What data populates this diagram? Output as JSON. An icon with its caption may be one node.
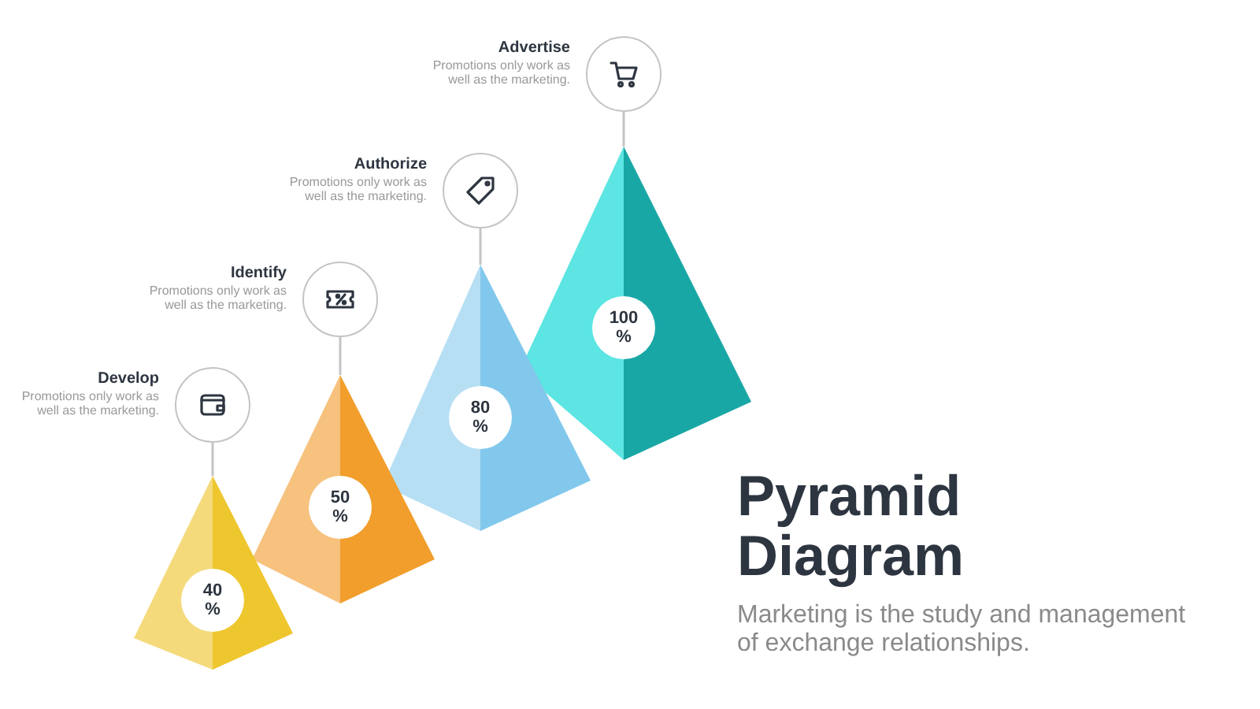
{
  "diagram": {
    "title": "Pyramid Diagram",
    "caption": "Marketing is the study and management of exchange relationships.",
    "nodes": [
      {
        "text": [],
        "shape": "circle",
        "beside": [
          "Develop",
          "Promotions only work as well as the marketing."
        ]
      },
      {
        "text": [],
        "shape": "triangle"
      },
      {
        "text": [
          "40 %"
        ]
      },
      {
        "text": [],
        "shape": "circle",
        "beside": [
          "Identify",
          "Promotions only work as well as the marketing."
        ]
      },
      {
        "text": [],
        "shape": "triangle"
      },
      {
        "text": [
          "50 %"
        ]
      },
      {
        "text": [],
        "shape": "circle",
        "beside": [
          "Authorize",
          "Promotions only work as well as the marketing."
        ]
      },
      {
        "text": [],
        "shape": "triangle"
      },
      {
        "text": [
          "80 %"
        ]
      },
      {
        "text": [],
        "shape": "circle",
        "beside": [
          "Advertise",
          "Promotions only work as well as the marketing."
        ]
      },
      {
        "text": [],
        "shape": "triangle"
      },
      {
        "text": [
          "100 %"
        ]
      }
    ],
    "edges": [
      {
        "from": 0,
        "to": 1,
        "arrow": "none"
      },
      {
        "from": 3,
        "to": 4,
        "arrow": "none"
      },
      {
        "from": 6,
        "to": 7,
        "arrow": "none"
      },
      {
        "from": 9,
        "to": 10,
        "arrow": "none"
      }
    ]
  }
}
